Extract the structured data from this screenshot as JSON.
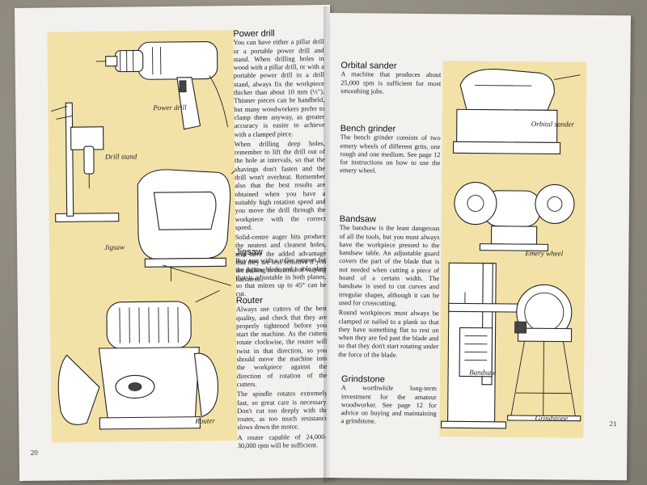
{
  "left_page": {
    "page_number": "20",
    "captions": {
      "power_drill": "Power drill",
      "drill_stand": "Drill stand",
      "jigsaw": "Jigsaw",
      "router": "Router"
    },
    "sections": {
      "power_drill": {
        "heading": "Power drill",
        "paragraphs": [
          "You can have either a pillar drill or a portable power drill and stand. When drilling holes in wood with a pillar drill, or with a portable power drill in a drill stand, always fix the workpiece thicker than about 10 mm (½\"). Thinner pieces can be handheld, but many woodworkers prefer to clamp them anyway, as greater accuracy is easier to achieve with a clamped piece.",
          "When drilling deep holes, remember to lift the drill out of the hole at intervals, so that the shavings don't fasten and the drill won't overheat. Remember also that the best results are obtained when you have a suitably high rotation speed and you move the drill through the workpiece with the correct speed.",
          "Solid-centre auger bits produce the neatest and cleanest holes, and have the added advantage that they are less sensitive if you are drilling in material of varying hardness."
        ]
      },
      "jigsaw": {
        "heading": "Jigsaw",
        "paragraphs": [
          "Buy one with a roller support for the jigsaw blade and a sole plate that is adjustable in both planes, so that mitres up to 45° can be cut."
        ]
      },
      "router": {
        "heading": "Router",
        "paragraphs": [
          "Always use cutters of the best quality, and check that they are properly tightened before you start the machine. As the cutters rotate clockwise, the router will twist in that direction, so you should move the machine into the workpiece against the direction of rotation of the cutters.",
          "The spindle rotates extremely fast, so great care is necessary. Don't cut too deeply with the router, as too much resistance slows down the motor.",
          "A router capable of 24,000–30,000 rpm will be sufficient."
        ]
      }
    }
  },
  "right_page": {
    "page_number": "21",
    "captions": {
      "orbital_sander": "Orbital sander",
      "emery_wheel": "Emery wheel",
      "bandsaw": "Bandsaw",
      "grindstone": "Grindstone"
    },
    "sections": {
      "orbital_sander": {
        "heading": "Orbital sander",
        "paragraphs": [
          "A machine that produces about 25,000 rpm is sufficient for most smoothing jobs."
        ]
      },
      "bench_grinder": {
        "heading": "Bench grinder",
        "paragraphs": [
          "The bench grinder consists of two emery wheels of different grits, one rough and one medium. See page 12 for instructions on how to use the emery wheel."
        ]
      },
      "bandsaw": {
        "heading": "Bandsaw",
        "paragraphs": [
          "The bandsaw is the least dangerous of all the tools, but you must always have the workpiece pressed to the bandsaw table. An adjustable guard covers the part of the blade that is not needed when cutting a piece of board of a certain width. The bandsaw is used to cut curves and irregular shapes, although it can be used for crosscutting.",
          "Round workpieces must always be clamped or nailed to a plank so that they have something flat to rest on when they are fed past the blade and so that they don't start rotating under the force of the blade."
        ]
      },
      "grindstone": {
        "heading": "Grindstone",
        "paragraphs": [
          "A worthwhile long-term investment for the amateur woodworker. See page 12 for advice on buying and maintaining a grindstone."
        ]
      }
    }
  }
}
